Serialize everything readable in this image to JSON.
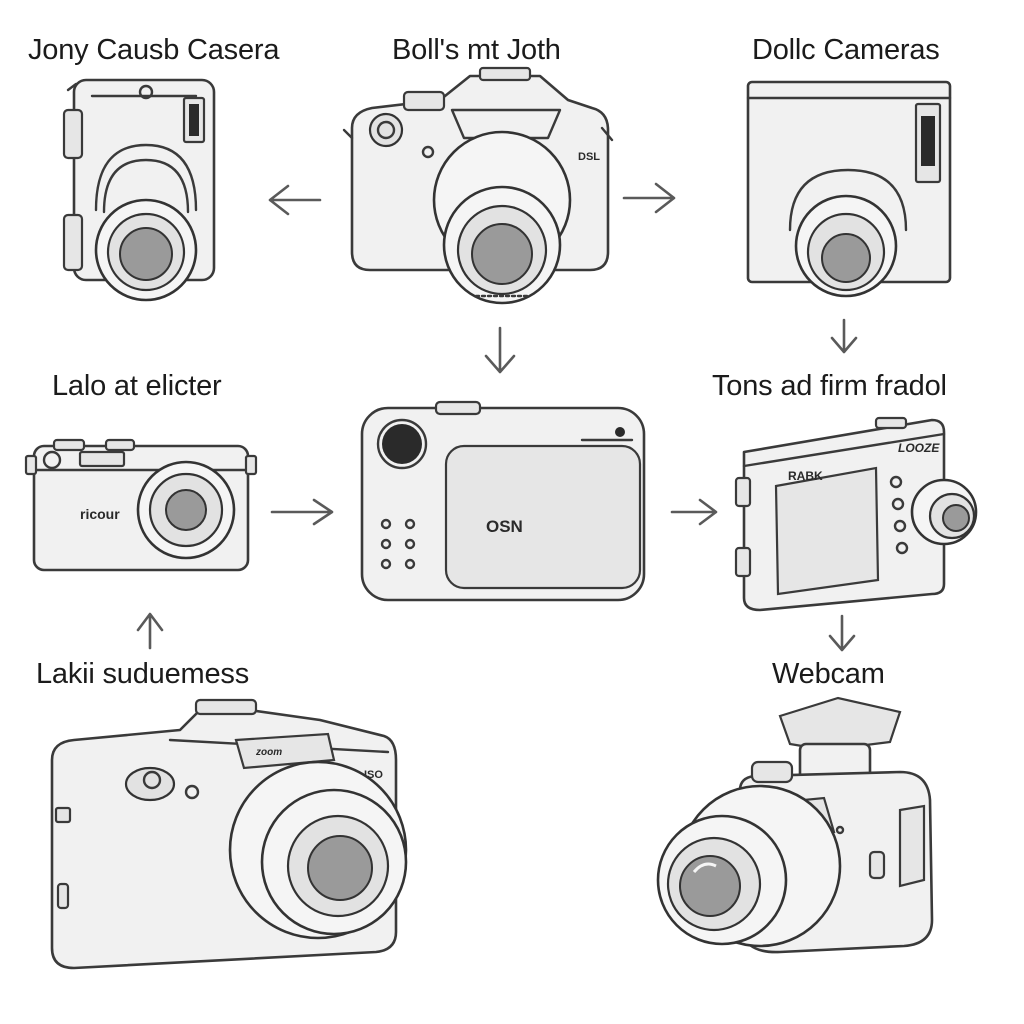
{
  "labels": {
    "top_left": "Jony Causb Casera",
    "top_center": "Boll's mt Joth",
    "top_right": "Dollc Cameras",
    "mid_left": "Lalo at elicter",
    "mid_right": "Tons ad firm fradol",
    "bottom_left": "Lakii suduemess",
    "bottom_right": "Webcam"
  },
  "markings": {
    "compact_brand": "ricour",
    "center_brand": "OSN",
    "handheld_brand": "RABK",
    "handheld_logo": "LOOZE",
    "dslr_badge": "DSL",
    "bridge_badge": "ISO",
    "bridge_top": "zoom"
  },
  "colors": {
    "line": "#3a3a3a",
    "fill": "#f1f1f1",
    "arrow": "#5a5a5a",
    "text": "#1b1b1b"
  }
}
